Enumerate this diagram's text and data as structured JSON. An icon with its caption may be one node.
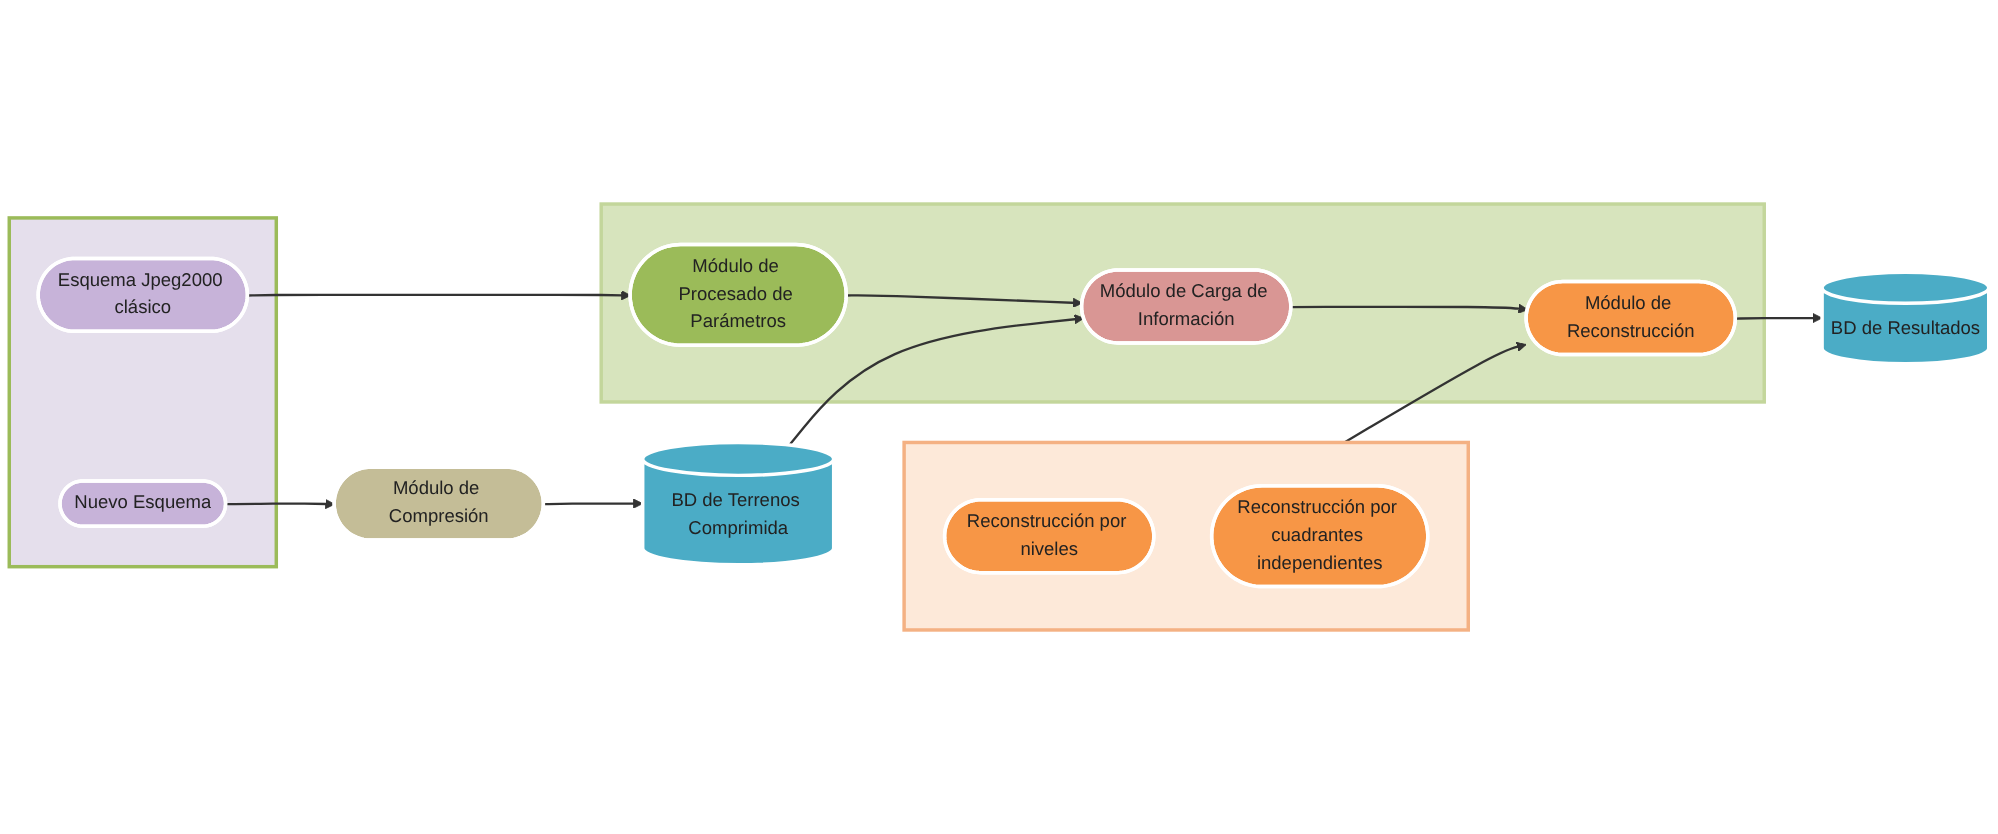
{
  "diagram": {
    "nodes": [
      {
        "text": [],
        "shape": "box"
      },
      {
        "text": [
          "Esquema Jpeg2000 clásico"
        ],
        "in": 0
      },
      {
        "text": [
          "Nuevo Esquema"
        ],
        "in": 0
      },
      {
        "text": [],
        "shape": "box"
      },
      {
        "text": [
          "Módulo de Procesado de Parámetros"
        ],
        "in": 3
      },
      {
        "text": [
          "Módulo de Carga de Información"
        ],
        "in": 3
      },
      {
        "text": [
          "Módulo de Reconstrucción"
        ],
        "in": 3
      },
      {
        "text": [],
        "shape": "box"
      },
      {
        "text": [
          "Reconstrucción por niveles"
        ],
        "in": 7
      },
      {
        "text": [
          "Reconstrucción por cuadrantes independientes"
        ],
        "in": 7
      },
      {
        "text": [
          "Módulo de Compresión"
        ]
      },
      {
        "text": [
          "BD de Terrenos Comprimida"
        ]
      },
      {
        "text": [
          "BD de Resultados"
        ]
      }
    ],
    "edges": [
      {
        "from": 1,
        "to": 4,
        "arrow": "to"
      },
      {
        "from": 2,
        "to": 10,
        "arrow": "to"
      },
      {
        "from": 4,
        "to": 5,
        "arrow": "to"
      },
      {
        "from": 5,
        "to": 6,
        "arrow": "to"
      },
      {
        "from": 11,
        "to": 5,
        "arrow": "to"
      },
      {
        "from": 10,
        "to": 11,
        "arrow": "to"
      },
      {
        "from": 6,
        "to": 12,
        "arrow": "to"
      },
      {
        "from": 7,
        "to": 6,
        "arrow": "to"
      }
    ]
  }
}
